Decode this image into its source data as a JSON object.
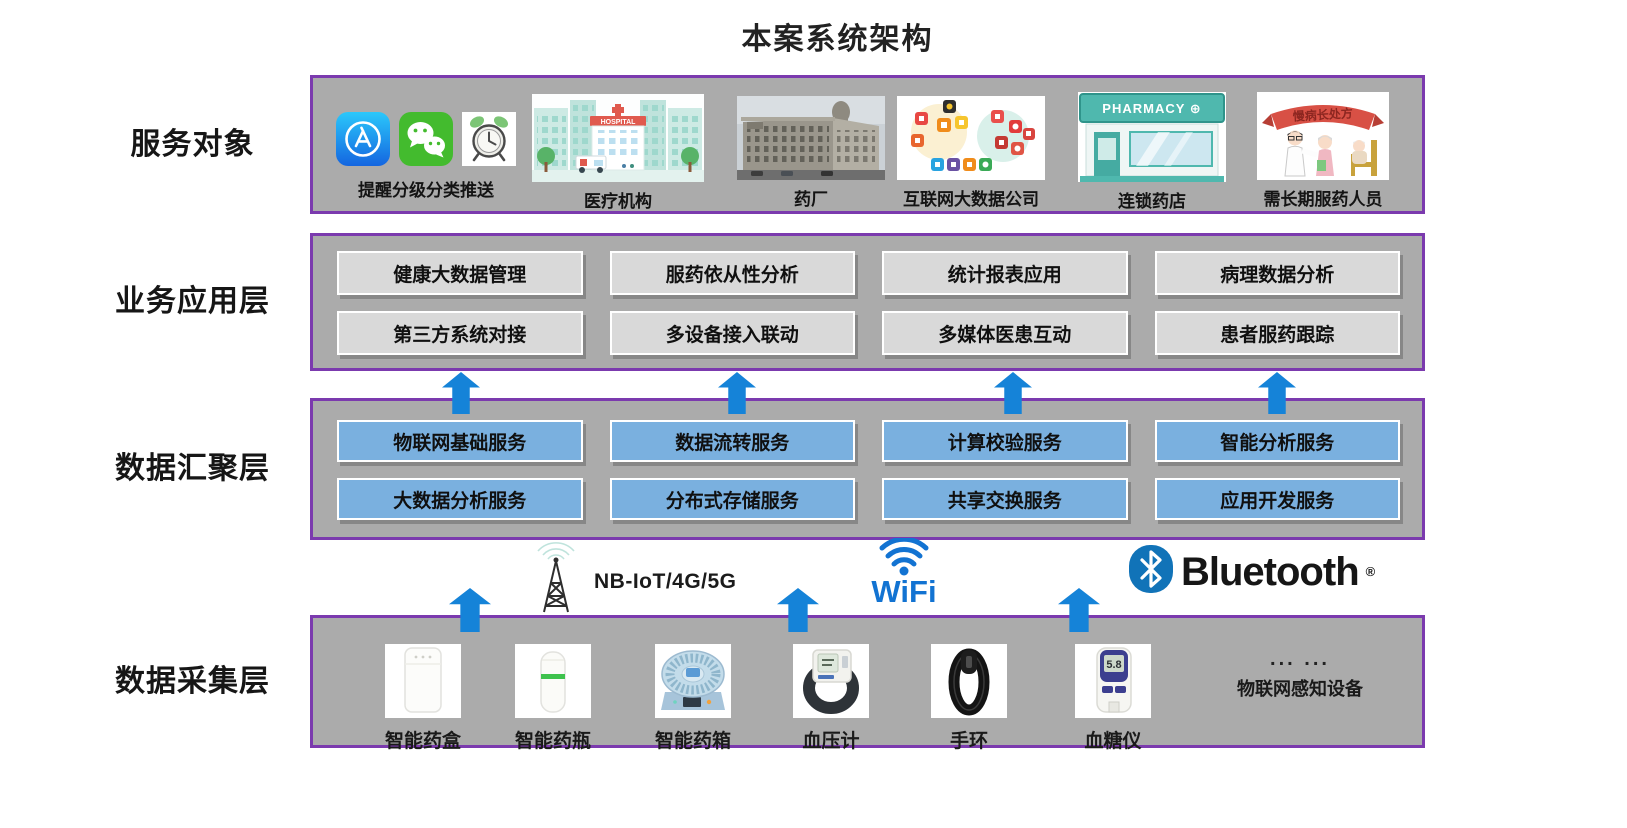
{
  "title": "本案系统架构",
  "layers": {
    "service": {
      "label": "服务对象",
      "push": {
        "label": "提醒分级分类推送",
        "icons": [
          "appstore-icon",
          "wechat-icon",
          "alarm-clock-icon"
        ]
      },
      "hospital": {
        "label": "医疗机构",
        "sign": "HOSPITAL"
      },
      "factory": {
        "label": "药厂"
      },
      "internet": {
        "label": "互联网大数据公司"
      },
      "pharmacy": {
        "label": "连锁药店",
        "sign": "PHARMACY ⊕"
      },
      "longterm": {
        "label": "需长期服药人员",
        "banner": "慢病长处方"
      }
    },
    "business": {
      "label": "业务应用层",
      "boxes": [
        "健康大数据管理",
        "服药依从性分析",
        "统计报表应用",
        "病理数据分析",
        "第三方系统对接",
        "多设备接入联动",
        "多媒体医患互动",
        "患者服药跟踪"
      ]
    },
    "aggregation": {
      "label": "数据汇聚层",
      "boxes": [
        "物联网基础服务",
        "数据流转服务",
        "计算校验服务",
        "智能分析服务",
        "大数据分析服务",
        "分布式存储服务",
        "共享交换服务",
        "应用开发服务"
      ]
    },
    "connectivity": {
      "nbiot": "NB-IoT/4G/5G",
      "wifi": "WiFi",
      "bluetooth": "Bluetooth",
      "bluetooth_reg": "®"
    },
    "collection": {
      "label": "数据采集层",
      "devices": [
        "智能药盒",
        "智能药瓶",
        "智能药箱",
        "血压计",
        "手环",
        "血糖仪"
      ],
      "glucose_reading": "5.8",
      "more_dots": "... ...",
      "more_label": "物联网感知设备"
    }
  },
  "colors": {
    "purple_border": "#7B3AAE",
    "layer_bg": "#ABABAB",
    "box_gray": "#D9D9D9",
    "box_blue": "#7AB0DF",
    "arrow_blue": "#1583D8",
    "wifi_blue": "#1273D2",
    "bluetooth_blue": "#1173B8"
  }
}
